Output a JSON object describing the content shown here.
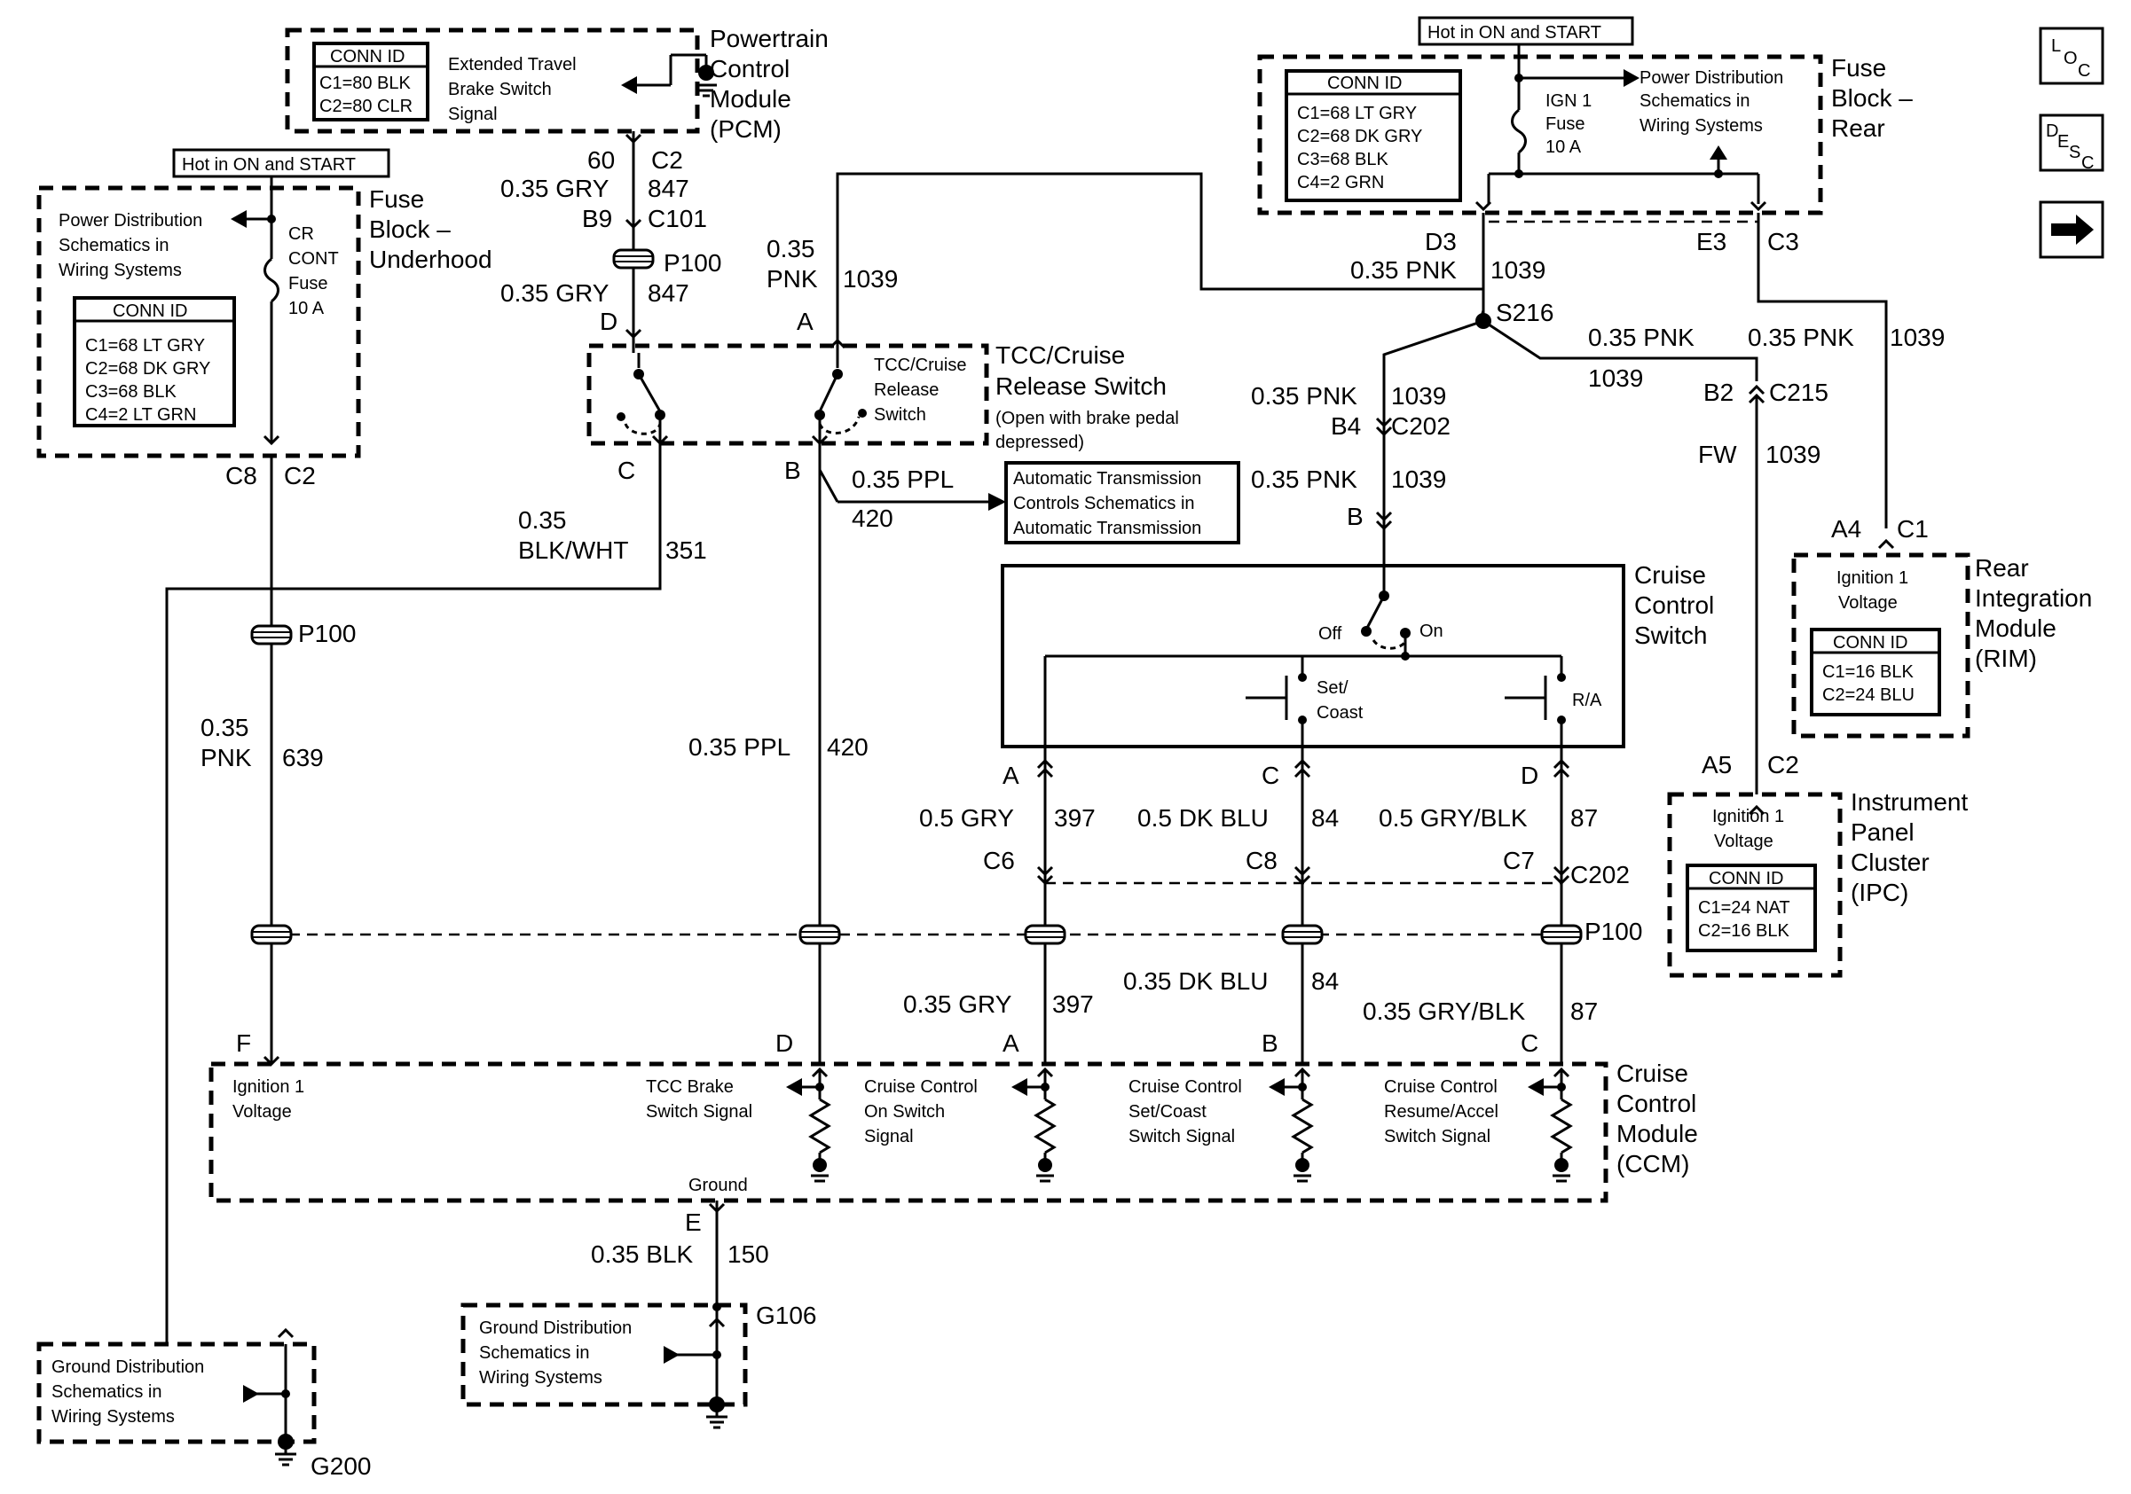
{
  "nav": {
    "loc": [
      "L",
      "O",
      "C"
    ],
    "desc": [
      "D",
      "E",
      "S",
      "C"
    ],
    "arrow_icon": "right-arrow-icon"
  },
  "pcm": {
    "title": [
      "Powertrain",
      "Control",
      "Module",
      "(PCM)"
    ],
    "conn_hdr": "CONN ID",
    "conn": [
      "C1=80 BLK",
      "C2=80 CLR"
    ],
    "signal": [
      "Extended Travel",
      "Brake Switch",
      "Signal"
    ]
  },
  "fbu": {
    "hot": "Hot in ON and START",
    "title": [
      "Fuse",
      "Block –",
      "Underhood"
    ],
    "pd": [
      "Power Distribution",
      "Schematics in",
      "Wiring Systems"
    ],
    "fuse": [
      "CR",
      "CONT",
      "Fuse",
      "10 A"
    ],
    "conn_hdr": "CONN ID",
    "conn": [
      "C1=68 LT GRY",
      "C2=68 DK GRY",
      "C3=68 BLK",
      "C4=2 LT GRN"
    ]
  },
  "fbr": {
    "hot": "Hot in ON and START",
    "title": [
      "Fuse",
      "Block –",
      "Rear"
    ],
    "conn_hdr": "CONN ID",
    "conn": [
      "C1=68 LT GRY",
      "C2=68 DK GRY",
      "C3=68 BLK",
      "C4=2 GRN"
    ],
    "fuse": [
      "IGN 1",
      "Fuse",
      "10 A"
    ],
    "pd": [
      "Power Distribution",
      "Schematics in",
      "Wiring Systems"
    ]
  },
  "tcc": {
    "title": [
      "TCC/Cruise",
      "Release Switch"
    ],
    "note": [
      "(Open with brake pedal",
      "depressed)"
    ],
    "inner": [
      "TCC/Cruise",
      "Release",
      "Switch"
    ]
  },
  "atc": [
    "Automatic Transmission",
    "Controls Schematics in",
    "Automatic Transmission"
  ],
  "ccs": {
    "title": [
      "Cruise",
      "Control",
      "Switch"
    ],
    "off": "Off",
    "on": "On",
    "set": [
      "Set/",
      "Coast"
    ],
    "ra": "R/A"
  },
  "rim": {
    "title": [
      "Rear",
      "Integration",
      "Module",
      "(RIM)"
    ],
    "inner": [
      "Ignition 1",
      "Voltage"
    ],
    "conn_hdr": "CONN ID",
    "conn": [
      "C1=16 BLK",
      "C2=24 BLU"
    ]
  },
  "ipc": {
    "title": [
      "Instrument",
      "Panel",
      "Cluster",
      "(IPC)"
    ],
    "inner": [
      "Ignition 1",
      "Voltage"
    ],
    "conn_hdr": "CONN ID",
    "conn": [
      "C1=24 NAT",
      "C2=16 BLK"
    ]
  },
  "ccm": {
    "title": [
      "Cruise",
      "Control",
      "Module",
      "(CCM)"
    ],
    "ign": [
      "Ignition 1",
      "Voltage"
    ],
    "tcc_sig": [
      "TCC Brake",
      "Switch Signal"
    ],
    "on_sig": [
      "Cruise Control",
      "On Switch",
      "Signal"
    ],
    "set_sig": [
      "Cruise Control",
      "Set/Coast",
      "Switch Signal"
    ],
    "res_sig": [
      "Cruise Control",
      "Resume/Accel",
      "Switch Signal"
    ],
    "ground": "Ground"
  },
  "gnd": {
    "g200": [
      "Ground Distribution",
      "Schematics in",
      "Wiring Systems"
    ],
    "g200_id": "G200",
    "g106": [
      "Ground Distribution",
      "Schematics in",
      "Wiring Systems"
    ],
    "g106_id": "G106"
  },
  "labels": {
    "pcm_pin": "60",
    "pcm_c": "C2",
    "w847_a": "0.35 GRY",
    "n847_a": "847",
    "b9": "B9",
    "c101": "C101",
    "p100_top": "P100",
    "w847_b": "0.35 GRY",
    "n847_b": "847",
    "pin_d": "D",
    "pin_a": "A",
    "pin_c": "C",
    "pin_b": "B",
    "pnk_a": "0.35",
    "pnk_a2": "PNK",
    "n1039_a": "1039",
    "c8": "C8",
    "c2": "C2",
    "blkwht_a": "0.35",
    "blkwht_b": "BLK/WHT",
    "n351": "351",
    "ppl_top": "0.35 PPL",
    "n420_top": "420",
    "p100_left": "P100",
    "pnk639_a": "0.35",
    "pnk639_b": "PNK",
    "n639": "639",
    "ppl_mid": "0.35 PPL",
    "n420_mid": "420",
    "d3": "D3",
    "e3": "E3",
    "c3": "C3",
    "pnk1039_d3": "0.35 PNK",
    "n1039_d3": "1039",
    "s216": "S216",
    "pnk1039_r": "0.35 PNK",
    "n1039_r": "1039",
    "pnk1039_rr": "0.35 PNK",
    "n1039_rr": "1039",
    "pnk1039_b4": "0.35 PNK",
    "n1039_b4": "1039",
    "b4": "B4",
    "c202_top": "C202",
    "pnk1039_b": "0.35 PNK",
    "n1039_b": "1039",
    "pin_b_ccs": "B",
    "b2": "B2",
    "c215": "C215",
    "fw": "FW",
    "n1039_fw": "1039",
    "a4": "A4",
    "c1": "C1",
    "a5": "A5",
    "c2_ipc": "C2",
    "ccs_a": "A",
    "ccs_c": "C",
    "ccs_d": "D",
    "gry397": "0.5 GRY",
    "n397": "397",
    "dkblu84": "0.5 DK BLU",
    "n84": "84",
    "grybl87": "0.5 GRY/BLK",
    "n87": "87",
    "c6": "C6",
    "c8b": "C8",
    "c7": "C7",
    "c202": "C202",
    "p100_right": "P100",
    "gry397b": "0.35 GRY",
    "n397b": "397",
    "dkblu84b": "0.35 DK BLU",
    "n84b": "84",
    "grybl87b": "0.35 GRY/BLK",
    "n87b": "87",
    "ccm_f": "F",
    "ccm_d": "D",
    "ccm_a": "A",
    "ccm_b": "B",
    "ccm_c": "C",
    "ccm_e": "E",
    "blk150": "0.35 BLK",
    "n150": "150"
  }
}
